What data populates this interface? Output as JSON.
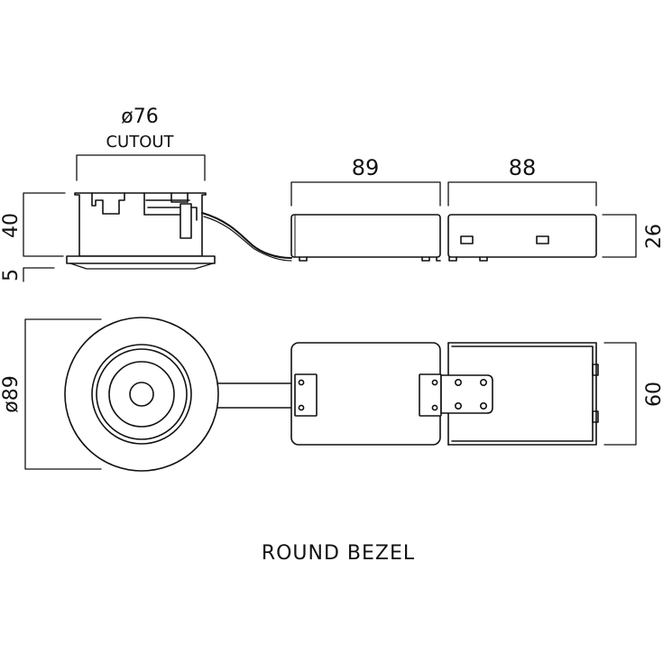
{
  "drawing": {
    "title": "ROUND BEZEL",
    "cutout_dim": "ø76",
    "cutout_label": "CUTOUT",
    "driver_length": "89",
    "junction_box_length": "88",
    "height": "40",
    "bezel_thickness": "5",
    "driver_height": "26",
    "bezel_diameter": "ø89",
    "box_width": "60"
  },
  "colors": {
    "line": "#111111",
    "fill": "#ffffff"
  }
}
